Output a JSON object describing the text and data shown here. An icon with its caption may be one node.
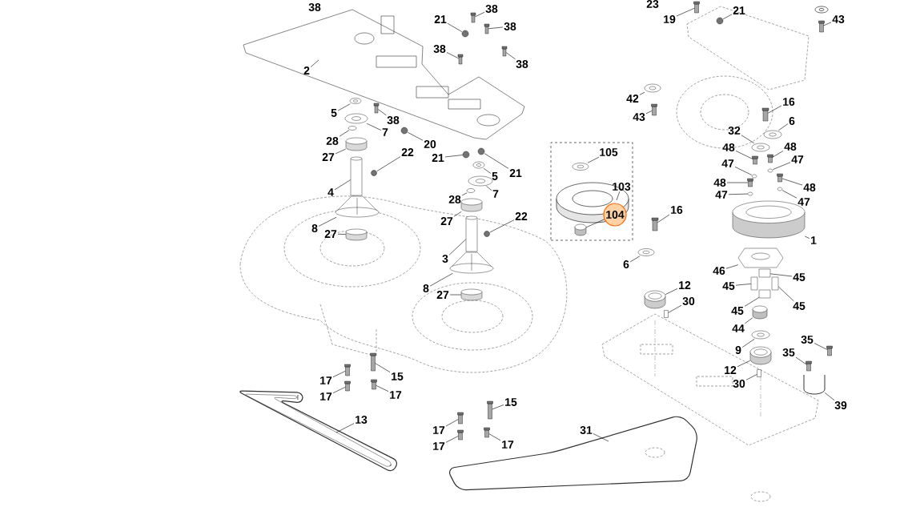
{
  "diagram": {
    "nodes": [
      {
        "text": [
          "21"
        ]
      },
      {
        "text": [
          "38"
        ]
      },
      {
        "text": [
          "38"
        ]
      },
      {
        "text": [
          "38"
        ]
      },
      {
        "text": [
          "38"
        ]
      },
      {
        "text": [
          "2"
        ]
      },
      {
        "text": [
          "5"
        ]
      },
      {
        "text": [
          "38"
        ]
      },
      {
        "text": [
          "7"
        ]
      },
      {
        "text": [
          "28"
        ]
      },
      {
        "text": [
          "20"
        ]
      },
      {
        "text": [
          "27"
        ]
      },
      {
        "text": [
          "22"
        ]
      },
      {
        "text": [
          "21"
        ]
      },
      {
        "text": [
          "21"
        ]
      },
      {
        "text": [
          "5"
        ]
      },
      {
        "text": [
          "7"
        ]
      },
      {
        "text": [
          "4"
        ]
      },
      {
        "text": [
          "28"
        ]
      },
      {
        "text": [
          "27"
        ]
      },
      {
        "text": [
          "22"
        ]
      },
      {
        "text": [
          "8"
        ]
      },
      {
        "text": [
          "27"
        ]
      },
      {
        "text": [
          "3"
        ]
      },
      {
        "text": [
          "8"
        ]
      },
      {
        "text": [
          "27"
        ]
      },
      {
        "text": [
          "17"
        ]
      },
      {
        "text": [
          "15"
        ]
      },
      {
        "text": [
          "17"
        ]
      },
      {
        "text": [
          "17"
        ]
      },
      {
        "text": [
          "13"
        ]
      },
      {
        "text": [
          "15"
        ]
      },
      {
        "text": [
          "17"
        ]
      },
      {
        "text": [
          "17"
        ]
      },
      {
        "text": [
          "17"
        ]
      },
      {
        "text": [
          "31"
        ]
      },
      {
        "text": [
          "19"
        ]
      },
      {
        "text": [
          "21"
        ]
      },
      {
        "text": [
          "43"
        ]
      },
      {
        "text": [],
        "shape": "box"
      },
      {
        "text": [
          "105"
        ],
        "in": 39
      },
      {
        "text": [
          "103"
        ],
        "in": 39
      },
      {
        "text": [
          "104"
        ],
        "in": 39
      },
      {
        "text": [
          "42"
        ]
      },
      {
        "text": [
          "43"
        ]
      },
      {
        "text": [
          "16"
        ]
      },
      {
        "text": [
          "6"
        ]
      },
      {
        "text": [
          "32"
        ]
      },
      {
        "text": [
          "48"
        ]
      },
      {
        "text": [
          "48"
        ]
      },
      {
        "text": [
          "47"
        ]
      },
      {
        "text": [
          "47"
        ]
      },
      {
        "text": [
          "48"
        ]
      },
      {
        "text": [
          "47"
        ]
      },
      {
        "text": [
          "48"
        ]
      },
      {
        "text": [
          "47"
        ]
      },
      {
        "text": [
          "1"
        ]
      },
      {
        "text": [
          "16"
        ]
      },
      {
        "text": [
          "6"
        ]
      },
      {
        "text": [
          "46"
        ]
      },
      {
        "text": [
          "45"
        ]
      },
      {
        "text": [
          "45"
        ]
      },
      {
        "text": [
          "45"
        ]
      },
      {
        "text": [
          "45"
        ]
      },
      {
        "text": [
          "12"
        ]
      },
      {
        "text": [
          "30"
        ]
      },
      {
        "text": [
          "44"
        ]
      },
      {
        "text": [
          "9"
        ]
      },
      {
        "text": [
          "35"
        ]
      },
      {
        "text": [
          "35"
        ]
      },
      {
        "text": [
          "12"
        ]
      },
      {
        "text": [
          "30"
        ]
      },
      {
        "text": [
          "39"
        ]
      },
      {
        "text": [],
        "shape": "nut"
      },
      {
        "text": [],
        "shape": "bolt"
      },
      {
        "text": [],
        "shape": "bolt"
      },
      {
        "text": [],
        "shape": "bolt"
      },
      {
        "text": [],
        "shape": "bolt"
      },
      {
        "text": [],
        "shape": "washer"
      },
      {
        "text": [],
        "shape": "bolt"
      },
      {
        "text": [],
        "shape": "washer"
      },
      {
        "text": [],
        "shape": "ring"
      },
      {
        "text": [],
        "shape": "nut"
      },
      {
        "text": [],
        "shape": "bearing"
      },
      {
        "text": [],
        "shape": "nut"
      },
      {
        "text": [],
        "shape": "nut"
      },
      {
        "text": [],
        "shape": "nut"
      },
      {
        "text": [],
        "shape": "washer"
      },
      {
        "text": [],
        "shape": "washer"
      },
      {
        "text": [],
        "shape": "shaft"
      },
      {
        "text": [],
        "shape": "ring"
      },
      {
        "text": [],
        "shape": "bearing"
      },
      {
        "text": [],
        "shape": "nut"
      },
      {
        "text": [],
        "shape": "housing"
      },
      {
        "text": [],
        "shape": "bearing"
      },
      {
        "text": [],
        "shape": "shaft"
      },
      {
        "text": [],
        "shape": "housing"
      },
      {
        "text": [],
        "shape": "bearing"
      },
      {
        "text": [],
        "shape": "bolt"
      },
      {
        "text": [],
        "shape": "bolt"
      },
      {
        "text": [],
        "shape": "bolt"
      },
      {
        "text": [],
        "shape": "bolt"
      },
      {
        "text": [],
        "shape": "bolt"
      },
      {
        "text": [],
        "shape": "bolt"
      },
      {
        "text": [],
        "shape": "bolt"
      },
      {
        "text": [],
        "shape": "bolt"
      },
      {
        "text": [],
        "shape": "bolt"
      },
      {
        "text": [],
        "shape": "nut"
      },
      {
        "text": [],
        "shape": "bolt"
      },
      {
        "text": [],
        "shape": "washer",
        "in": 39
      },
      {
        "text": [],
        "shape": "cylinder",
        "in": 39
      },
      {
        "text": [],
        "shape": "washer"
      },
      {
        "text": [],
        "shape": "bolt"
      },
      {
        "text": [],
        "shape": "bolt"
      },
      {
        "text": [],
        "shape": "washer"
      },
      {
        "text": [],
        "shape": "washer"
      },
      {
        "text": [],
        "shape": "bolt"
      },
      {
        "text": [],
        "shape": "bolt"
      },
      {
        "text": [],
        "shape": "ring"
      },
      {
        "text": [],
        "shape": "ring"
      },
      {
        "text": [],
        "shape": "bolt"
      },
      {
        "text": [],
        "shape": "ring"
      },
      {
        "text": [],
        "shape": "bolt"
      },
      {
        "text": [],
        "shape": "ring"
      },
      {
        "text": [],
        "shape": "pulley"
      },
      {
        "text": [],
        "shape": "bolt"
      },
      {
        "text": [],
        "shape": "washer"
      },
      {
        "text": [],
        "shape": "hub"
      },
      {
        "text": [],
        "shape": "block"
      },
      {
        "text": [],
        "shape": "block"
      },
      {
        "text": [],
        "shape": "block"
      },
      {
        "text": [],
        "shape": "block"
      },
      {
        "text": [],
        "shape": "pulley"
      },
      {
        "text": [],
        "shape": "pin"
      },
      {
        "text": [],
        "shape": "cylinder"
      },
      {
        "text": [],
        "shape": "washer"
      },
      {
        "text": [],
        "shape": "bolt"
      },
      {
        "text": [],
        "shape": "bolt"
      },
      {
        "text": [],
        "shape": "pulley"
      },
      {
        "text": [],
        "shape": "pin"
      },
      {
        "text": [],
        "shape": "bracket"
      }
    ],
    "edges": [
      {
        "from": 0,
        "to": 73,
        "arrow": "none"
      },
      {
        "from": 1,
        "to": 74,
        "arrow": "none"
      },
      {
        "from": 2,
        "to": 75,
        "arrow": "none"
      },
      {
        "from": 3,
        "to": 76,
        "arrow": "none"
      },
      {
        "from": 4,
        "to": 77,
        "arrow": "none"
      },
      {
        "from": 5,
        "to": null,
        "arrow": "none"
      },
      {
        "from": 6,
        "to": 78,
        "arrow": "none"
      },
      {
        "from": 7,
        "to": 79,
        "arrow": "none"
      },
      {
        "from": 8,
        "to": 80,
        "arrow": "none"
      },
      {
        "from": 9,
        "to": 81,
        "arrow": "none"
      },
      {
        "from": 10,
        "to": 82,
        "arrow": "none"
      },
      {
        "from": 11,
        "to": 83,
        "arrow": "none"
      },
      {
        "from": 12,
        "to": 84,
        "arrow": "none"
      },
      {
        "from": 13,
        "to": 85,
        "arrow": "none"
      },
      {
        "from": 14,
        "to": 86,
        "arrow": "none"
      },
      {
        "from": 15,
        "to": 87,
        "arrow": "none"
      },
      {
        "from": 16,
        "to": 88,
        "arrow": "none"
      },
      {
        "from": 17,
        "to": 89,
        "arrow": "none"
      },
      {
        "from": 18,
        "to": 90,
        "arrow": "none"
      },
      {
        "from": 19,
        "to": 91,
        "arrow": "none"
      },
      {
        "from": 20,
        "to": 92,
        "arrow": "none"
      },
      {
        "from": 21,
        "to": 93,
        "arrow": "none"
      },
      {
        "from": 22,
        "to": 94,
        "arrow": "none"
      },
      {
        "from": 23,
        "to": 95,
        "arrow": "none"
      },
      {
        "from": 24,
        "to": 96,
        "arrow": "none"
      },
      {
        "from": 25,
        "to": 97,
        "arrow": "none"
      },
      {
        "from": 26,
        "to": 98,
        "arrow": "none"
      },
      {
        "from": 27,
        "to": 99,
        "arrow": "none"
      },
      {
        "from": 28,
        "to": 100,
        "arrow": "none"
      },
      {
        "from": 29,
        "to": 101,
        "arrow": "none"
      },
      {
        "from": 30,
        "to": null,
        "arrow": "none"
      },
      {
        "from": 31,
        "to": 102,
        "arrow": "none"
      },
      {
        "from": 32,
        "to": 103,
        "arrow": "none"
      },
      {
        "from": 33,
        "to": 104,
        "arrow": "none"
      },
      {
        "from": 34,
        "to": 105,
        "arrow": "none"
      },
      {
        "from": 35,
        "to": null,
        "arrow": "none"
      },
      {
        "from": 36,
        "to": 106,
        "arrow": "none"
      },
      {
        "from": 37,
        "to": 107,
        "arrow": "none"
      },
      {
        "from": 38,
        "to": 108,
        "arrow": "none"
      },
      {
        "from": 40,
        "to": 109,
        "arrow": "none"
      },
      {
        "from": 41,
        "to": null,
        "arrow": "none"
      },
      {
        "from": 42,
        "to": 110,
        "arrow": "none"
      },
      {
        "from": 43,
        "to": 111,
        "arrow": "none"
      },
      {
        "from": 44,
        "to": 112,
        "arrow": "none"
      },
      {
        "from": 45,
        "to": 113,
        "arrow": "none"
      },
      {
        "from": 46,
        "to": 114,
        "arrow": "none"
      },
      {
        "from": 47,
        "to": 115,
        "arrow": "none"
      },
      {
        "from": 48,
        "to": 116,
        "arrow": "none"
      },
      {
        "from": 49,
        "to": 117,
        "arrow": "none"
      },
      {
        "from": 50,
        "to": 118,
        "arrow": "none"
      },
      {
        "from": 51,
        "to": 119,
        "arrow": "none"
      },
      {
        "from": 52,
        "to": 120,
        "arrow": "none"
      },
      {
        "from": 53,
        "to": 121,
        "arrow": "none"
      },
      {
        "from": 54,
        "to": 122,
        "arrow": "none"
      },
      {
        "from": 55,
        "to": 123,
        "arrow": "none"
      },
      {
        "from": 56,
        "to": 124,
        "arrow": "none"
      },
      {
        "from": 57,
        "to": 125,
        "arrow": "none"
      },
      {
        "from": 58,
        "to": 126,
        "arrow": "none"
      },
      {
        "from": 59,
        "to": 127,
        "arrow": "none"
      },
      {
        "from": 60,
        "to": 128,
        "arrow": "none"
      },
      {
        "from": 61,
        "to": 129,
        "arrow": "none"
      },
      {
        "from": 62,
        "to": 130,
        "arrow": "none"
      },
      {
        "from": 63,
        "to": 131,
        "arrow": "none"
      },
      {
        "from": 64,
        "to": 132,
        "arrow": "none"
      },
      {
        "from": 65,
        "to": 133,
        "arrow": "none"
      },
      {
        "from": 66,
        "to": 134,
        "arrow": "none"
      },
      {
        "from": 67,
        "to": 135,
        "arrow": "none"
      },
      {
        "from": 68,
        "to": 136,
        "arrow": "none"
      },
      {
        "from": 69,
        "to": 137,
        "arrow": "none"
      },
      {
        "from": 70,
        "to": 138,
        "arrow": "none"
      },
      {
        "from": 71,
        "to": 139,
        "arrow": "none"
      },
      {
        "from": 72,
        "to": 140,
        "arrow": "none"
      }
    ],
    "labels": [
      "38",
      "23"
    ]
  }
}
